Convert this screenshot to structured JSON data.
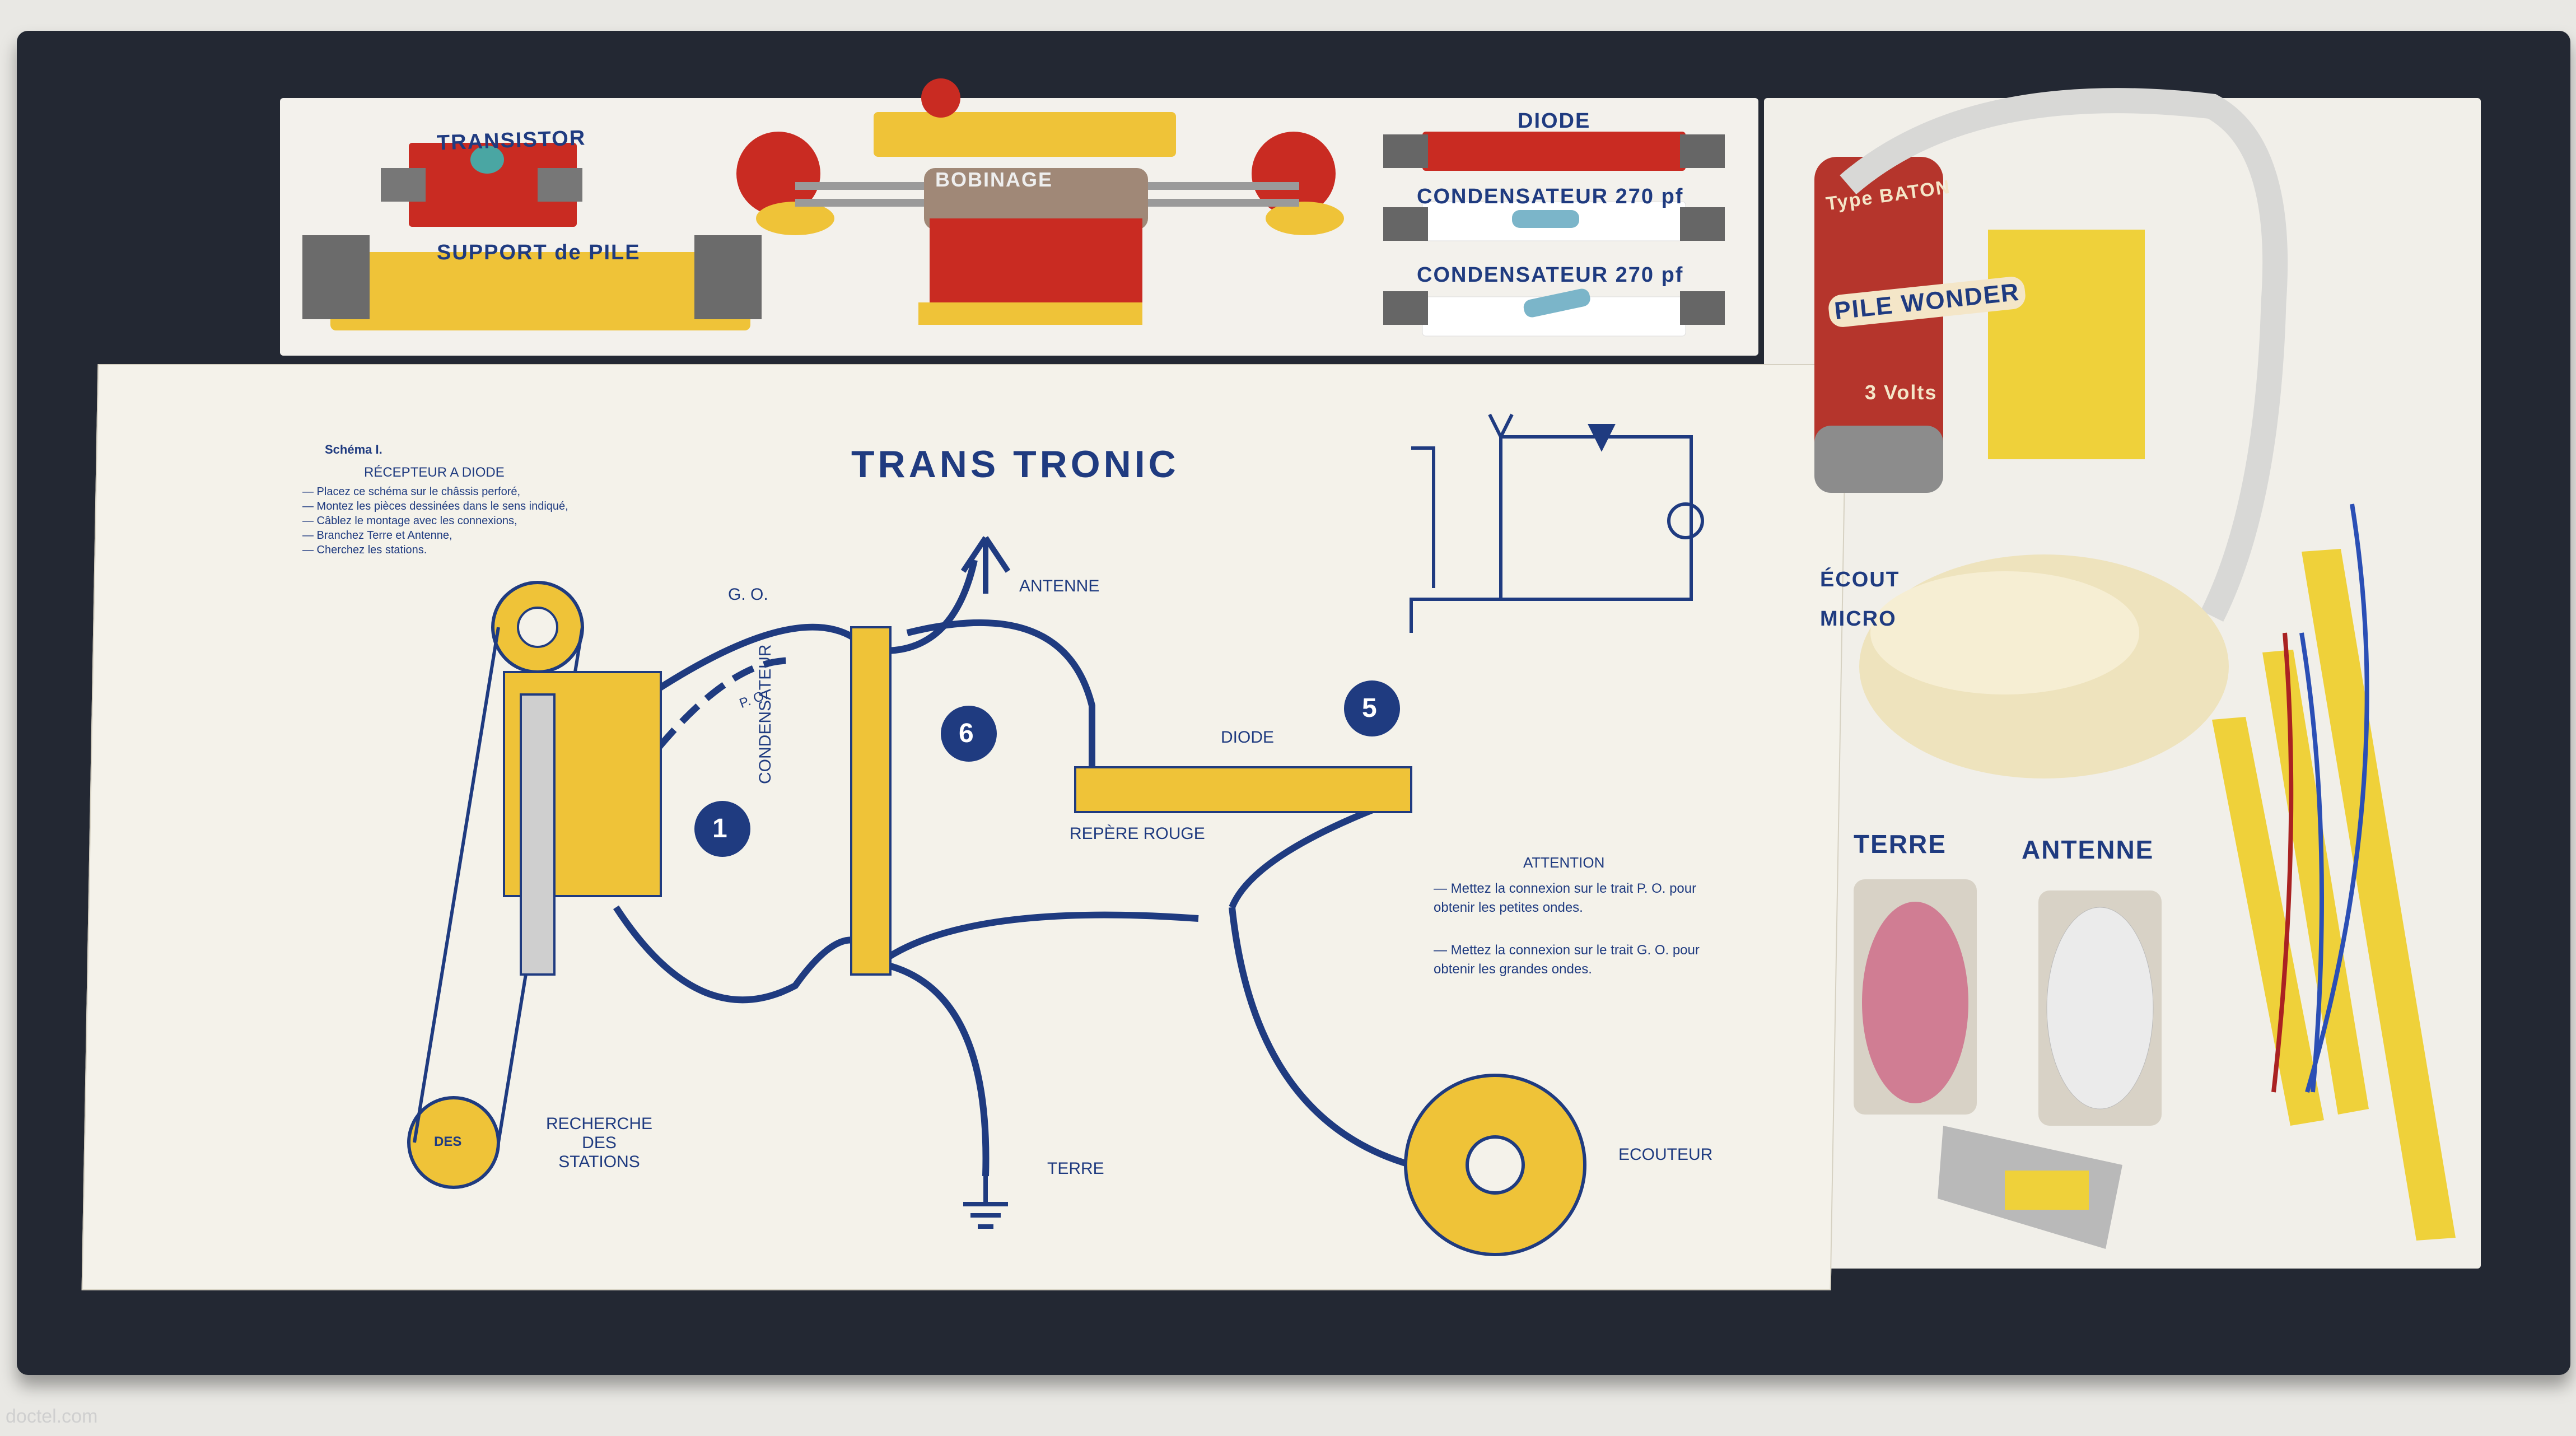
{
  "image": {
    "description_labels": {
      "top_tray": {
        "transistor": "TRANSISTOR",
        "support_pile": "SUPPORT de PILE",
        "diode": "DIODE",
        "bobinage": "BOBINAGE",
        "condensateur_1": "CONDENSATEUR 270 pf",
        "condensateur_2": "CONDENSATEUR 270 pf",
        "ecouteur_label": "ÉCOUTEUR MICRO"
      },
      "battery": {
        "type": "Type BATON",
        "brand": "PILE WONDER",
        "voltage": "3 Volts"
      },
      "right_tray": {
        "terre": "TERRE",
        "antenne": "ANTENNE"
      }
    },
    "sheet": {
      "schema": "Schéma I.",
      "subtitle": "RÉCEPTEUR A DIODE",
      "steps": [
        "— Placez ce schéma sur le châssis perforé,",
        "— Montez les pièces dessinées dans le sens indiqué,",
        "— Câblez le montage avec les connexions,",
        "— Branchez Terre et Antenne,",
        "— Cherchez les stations."
      ],
      "title": "TRANS TRONIC",
      "labels": {
        "go": "G. O.",
        "po": "P. O.",
        "antenne": "ANTENNE",
        "condensateur": "CONDENSATEUR",
        "diode": "DIODE",
        "repere": "REPÈRE ROUGE",
        "recherche": "RECHERCHE DES STATIONS",
        "terre": "TERRE",
        "ecouteur": "ECOUTEUR",
        "des": "DES"
      },
      "badges": [
        "1",
        "6",
        "5"
      ],
      "attention_title": "ATTENTION",
      "attention_1": "— Mettez la connexion sur le trait P. O. pour obtenir les petites ondes.",
      "attention_2": "— Mettez la connexion sur le trait G. O. pour obtenir les grandes ondes."
    },
    "watermark": "doctel.com",
    "colors": {
      "box": "#232833",
      "yellow": "#efc338",
      "red": "#c92b22",
      "blue": "#1f3b80",
      "paper": "#f4f2ea"
    }
  }
}
